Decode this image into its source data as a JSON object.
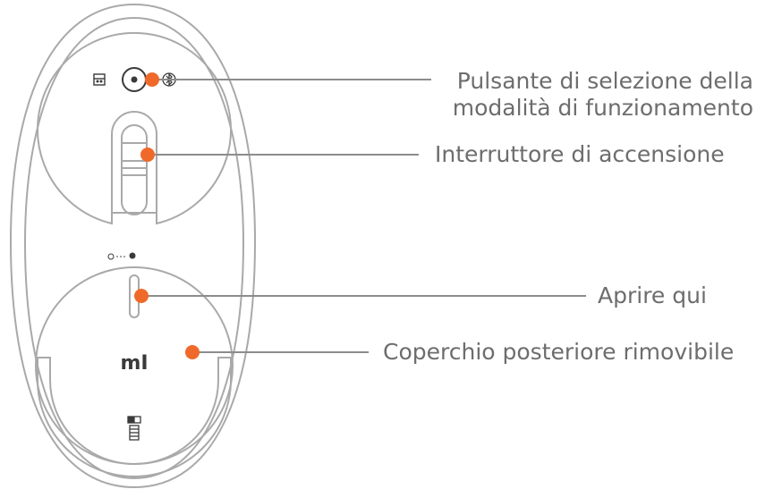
{
  "diagram": {
    "colors": {
      "outline": "#a9a9a9",
      "leader_line": "#8c8c8c",
      "marker": "#ef6a2a",
      "text": "#6d6d6d",
      "logo": "#3a3a3a"
    },
    "icons": [
      "receiver-slot-icon",
      "bluetooth-icon",
      "mode-button-icon",
      "usb-receiver-icon",
      "mi-logo-icon",
      "led-indicator-icon"
    ],
    "logo_text": "mI",
    "callouts": [
      {
        "id": "mode-button",
        "lines": [
          "Pulsante di selezione della",
          "modalità di funzionamento"
        ]
      },
      {
        "id": "power-switch",
        "lines": [
          "Interruttore di accensione"
        ]
      },
      {
        "id": "open-here",
        "lines": [
          "Aprire qui"
        ]
      },
      {
        "id": "back-cover",
        "lines": [
          "Coperchio posteriore rimovibile"
        ]
      }
    ]
  }
}
